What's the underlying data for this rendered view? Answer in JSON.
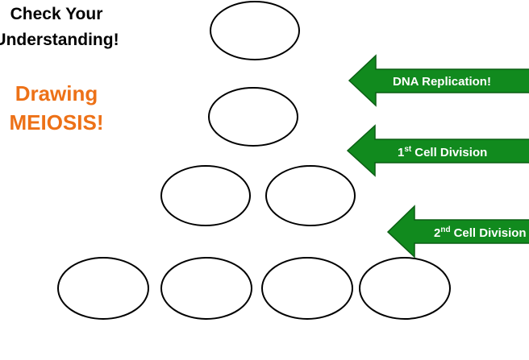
{
  "heading": {
    "line1": "Check Your",
    "line2": "Understanding!"
  },
  "subtitle": {
    "line1": "Drawing",
    "line2": "MEIOSIS!"
  },
  "colors": {
    "title": "#000000",
    "subtitle": "#ED7117",
    "arrow_fill": "#118A1E",
    "arrow_text": "#FFFFFF"
  },
  "arrows": [
    {
      "label": "DNA Replication!",
      "ordinal": "",
      "suffix": ""
    },
    {
      "label": "Cell Division",
      "ordinal": "1",
      "suffix": "st"
    },
    {
      "label": "Cell Division",
      "ordinal": "2",
      "suffix": "nd"
    }
  ],
  "cells": {
    "rows": [
      1,
      1,
      2,
      4
    ]
  }
}
